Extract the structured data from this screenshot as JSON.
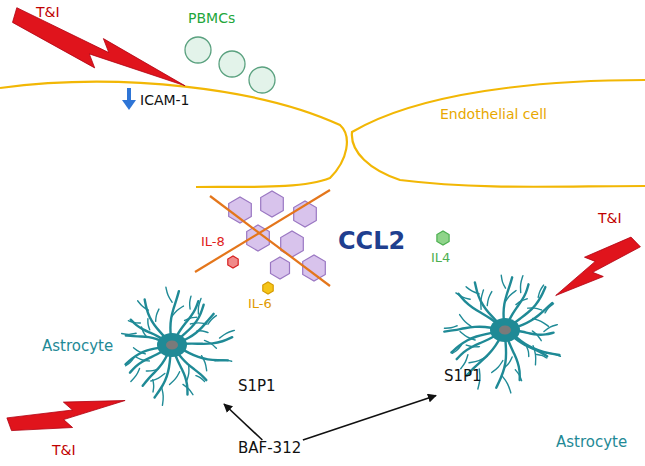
{
  "diagram": {
    "nodes": [
      {
        "text": [
          "Astrocyte",
          "S1P1"
        ]
      },
      {
        "text": [
          "S1P1",
          "Astrocyte"
        ]
      },
      {
        "text": [
          "BAF-312"
        ]
      }
    ],
    "edges": [
      {
        "from": 2,
        "to": 0,
        "arrow": "to"
      },
      {
        "from": 2,
        "to": 1,
        "arrow": "to"
      }
    ],
    "labels": [
      "T&I",
      "PBMCs",
      "ICAM-1",
      "Endothelial cell",
      "IL-8",
      "CCL2",
      "IL-6",
      "T&I",
      "IL4",
      "T&I"
    ]
  }
}
